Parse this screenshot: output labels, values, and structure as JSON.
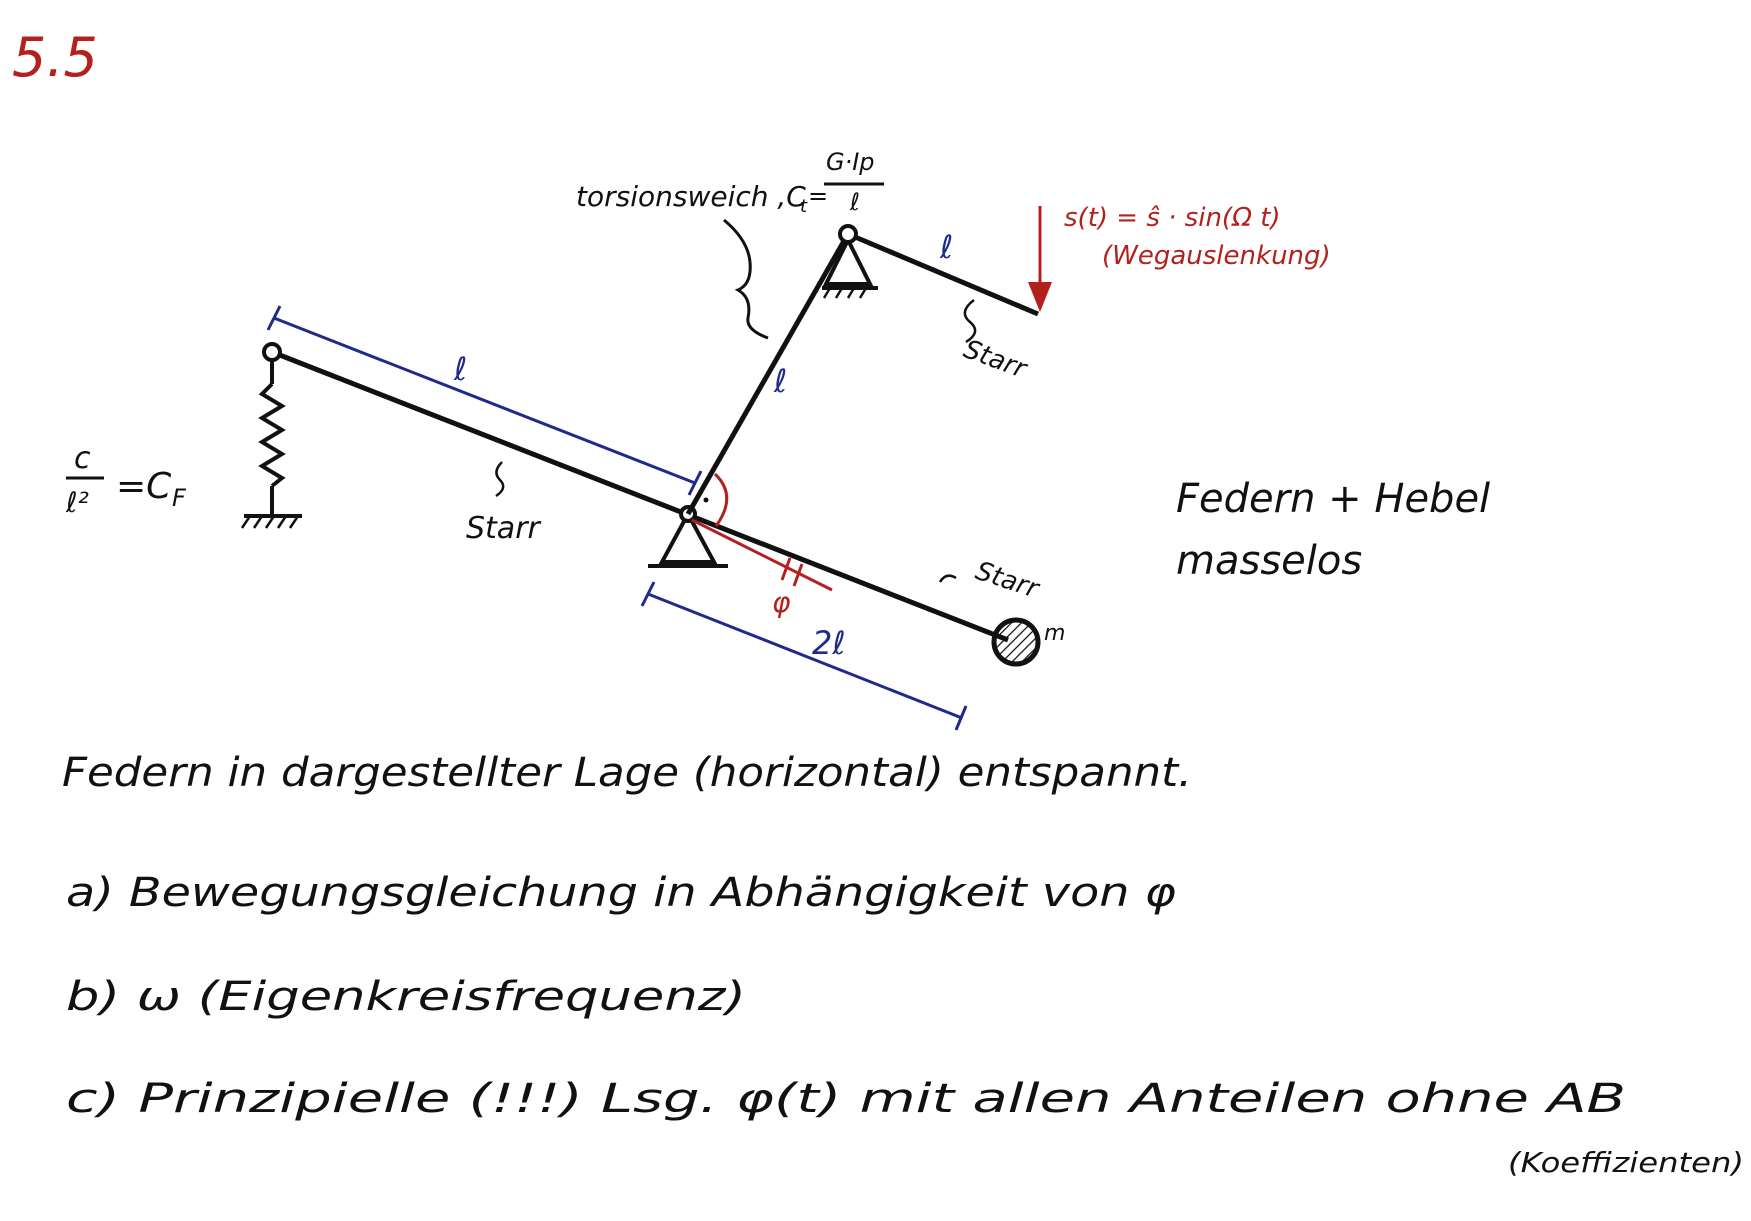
{
  "exercise_number": "5.5",
  "diagram": {
    "labels": {
      "torsion_text": "torsionsweich ,C",
      "torsion_sub": "t",
      "torsion_eq": " =",
      "torsion_num": "G·Ip",
      "torsion_den": "ℓ",
      "excitation_formula": "s(t) = ŝ · sin(Ω t)",
      "excitation_note": "(Wegauslenkung)",
      "length_right_arm": "ℓ",
      "length_diag": "ℓ",
      "length_left_arm": "ℓ",
      "length_2l": "2ℓ",
      "starr_top": "Starr",
      "starr_left": "Starr",
      "starr_right": "Starr",
      "spring_num": "c",
      "spring_den": "ℓ²",
      "spring_eq": "=C",
      "spring_sub": "F",
      "phi": "φ",
      "mass": "m",
      "note_line1": "Federn + Hebel",
      "note_line2": "masselos"
    }
  },
  "statement": "Federn in dargestellter Lage (horizontal) entspannt.",
  "tasks": [
    "a) Bewegungsgleichung in Abhängigkeit von φ",
    "b) ω (Eigenkreisfrequenz)",
    "c) Prinzipielle (!!!) Lsg. φ(t) mit allen Anteilen ohne AB"
  ],
  "task_c_note": "(Koeffizienten)",
  "colors": {
    "ink": "#111111",
    "red": "#b3211c",
    "blue": "#1f2a8a"
  }
}
